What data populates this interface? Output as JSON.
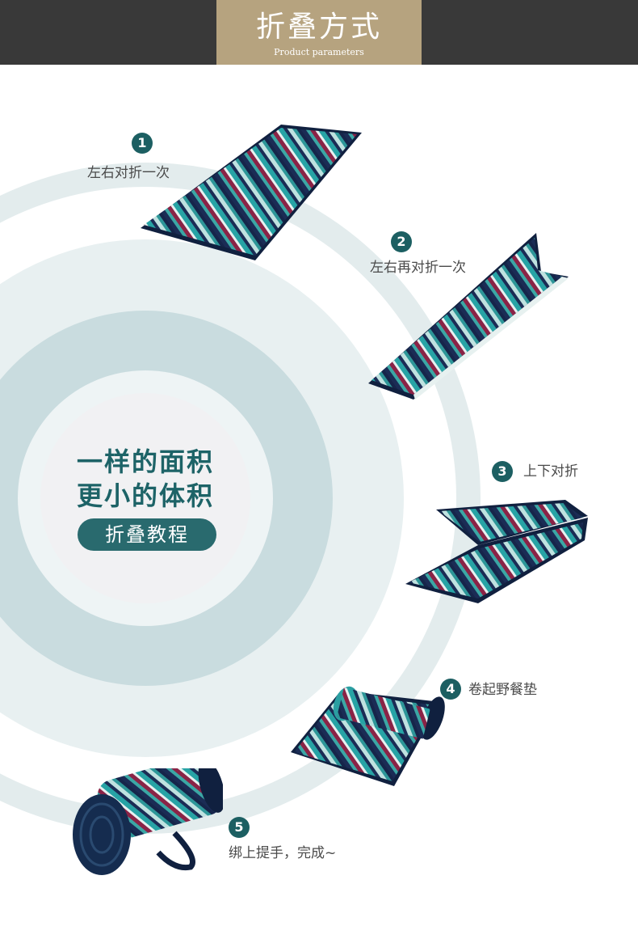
{
  "header": {
    "title": "折叠方式",
    "subtitle": "Product parameters"
  },
  "center": {
    "line1": "一样的面积",
    "line2": "更小的体积",
    "button_label": "折叠教程"
  },
  "steps": [
    {
      "number": "1",
      "label": "左右对折一次"
    },
    {
      "number": "2",
      "label": "左右再对折一次"
    },
    {
      "number": "3",
      "label": "上下对折"
    },
    {
      "number": "4",
      "label": "卷起野餐垫"
    },
    {
      "number": "5",
      "label": "绑上提手，完成~"
    }
  ],
  "colors": {
    "header_bg": "#393939",
    "title_bg": "#b6a37f",
    "accent_teal": "#1c5f62",
    "ring_light": "#dfeaec",
    "ring_mid": "#c6dadd"
  }
}
